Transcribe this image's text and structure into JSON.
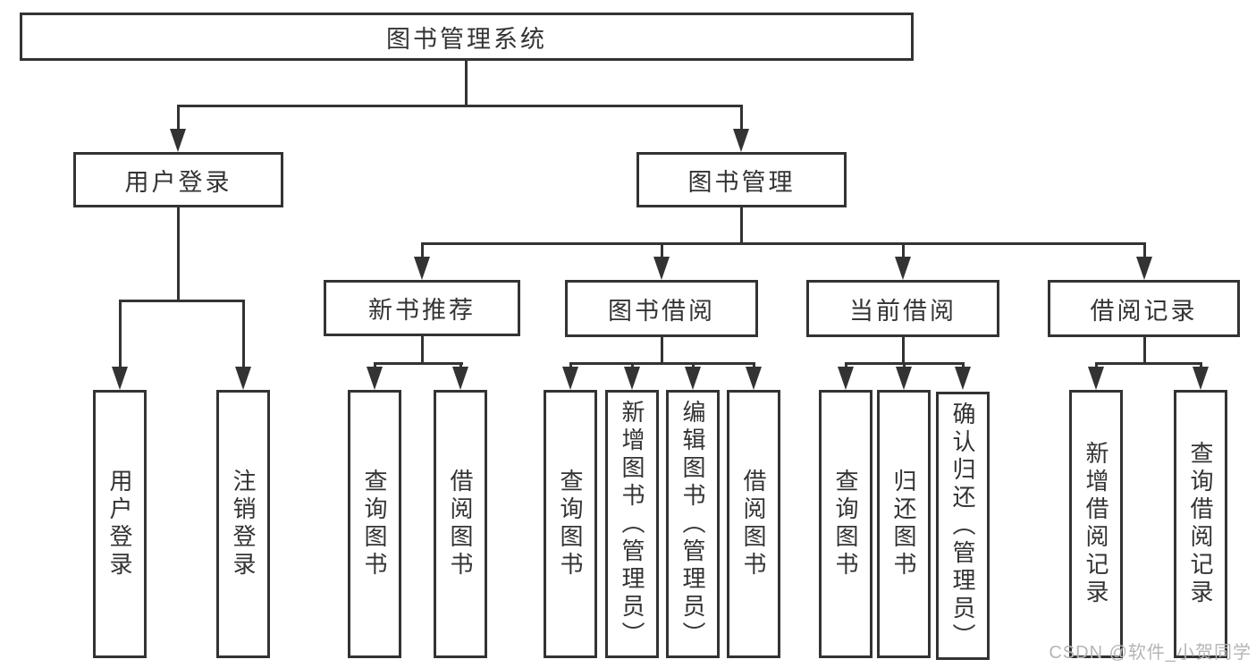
{
  "diagram": {
    "root": {
      "label": "图书管理系统"
    },
    "level2": {
      "user_login": {
        "label": "用户登录"
      },
      "book_mgmt": {
        "label": "图书管理"
      }
    },
    "level3": {
      "new_book_rec": {
        "label": "新书推荐"
      },
      "book_borrow": {
        "label": "图书借阅"
      },
      "current_borrow": {
        "label": "当前借阅"
      },
      "borrow_records": {
        "label": "借阅记录"
      }
    },
    "leaves": {
      "user_login": [
        "用户登录",
        "注销登录"
      ],
      "new_book_rec": [
        "查询图书",
        "借阅图书"
      ],
      "book_borrow": [
        "查询图书",
        "新增图书（管理员）",
        "编辑图书（管理员）",
        "借阅图书"
      ],
      "current_borrow": [
        "查询图书",
        "归还图书",
        "确认归还（管理员）"
      ],
      "borrow_records": [
        "新增借阅记录",
        "查询借阅记录"
      ]
    }
  },
  "watermark": "CSDN @软件_小贺同学",
  "colors": {
    "line": "#333333",
    "text": "#333333",
    "background": "#ffffff",
    "watermark": "#b5b5b5"
  }
}
